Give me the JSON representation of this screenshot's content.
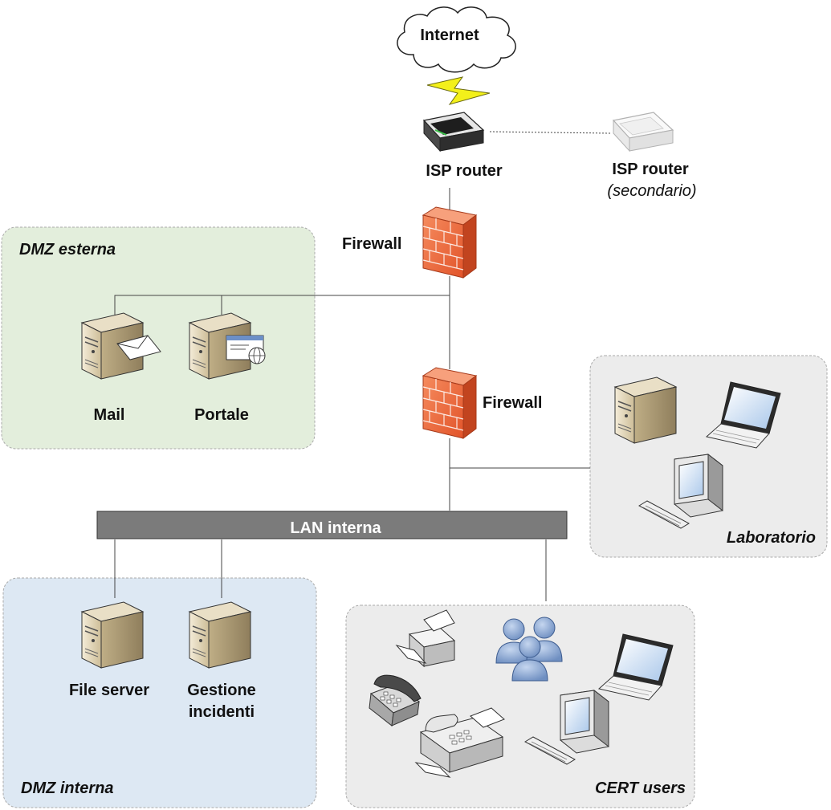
{
  "internet": {
    "label": "Internet"
  },
  "isp_router": {
    "label": "ISP router"
  },
  "isp_router_secondary": {
    "label": "ISP router",
    "note": "(secondario)"
  },
  "firewall_top": {
    "label": "Firewall"
  },
  "firewall_inner": {
    "label": "Firewall"
  },
  "dmz_external": {
    "label": "DMZ esterna",
    "servers": [
      {
        "label": "Mail"
      },
      {
        "label": "Portale"
      }
    ]
  },
  "lan": {
    "label": "LAN interna"
  },
  "laboratory": {
    "label": "Laboratorio"
  },
  "dmz_internal": {
    "label": "DMZ interna",
    "servers": [
      {
        "label": "File server"
      },
      {
        "label_line1": "Gestione",
        "label_line2": "incidenti"
      }
    ]
  },
  "cert_users": {
    "label": "CERT users"
  },
  "colors": {
    "dmz_external_bg": "#e3eedc",
    "dmz_internal_bg": "#dde8f3",
    "grey_zone_bg": "#ececec",
    "lan_bar": "#7b7b7b",
    "firewall": "#e8663d",
    "server": "#d9ccb0",
    "users": "#8fa8d0",
    "lightning": "#f3f01a"
  }
}
